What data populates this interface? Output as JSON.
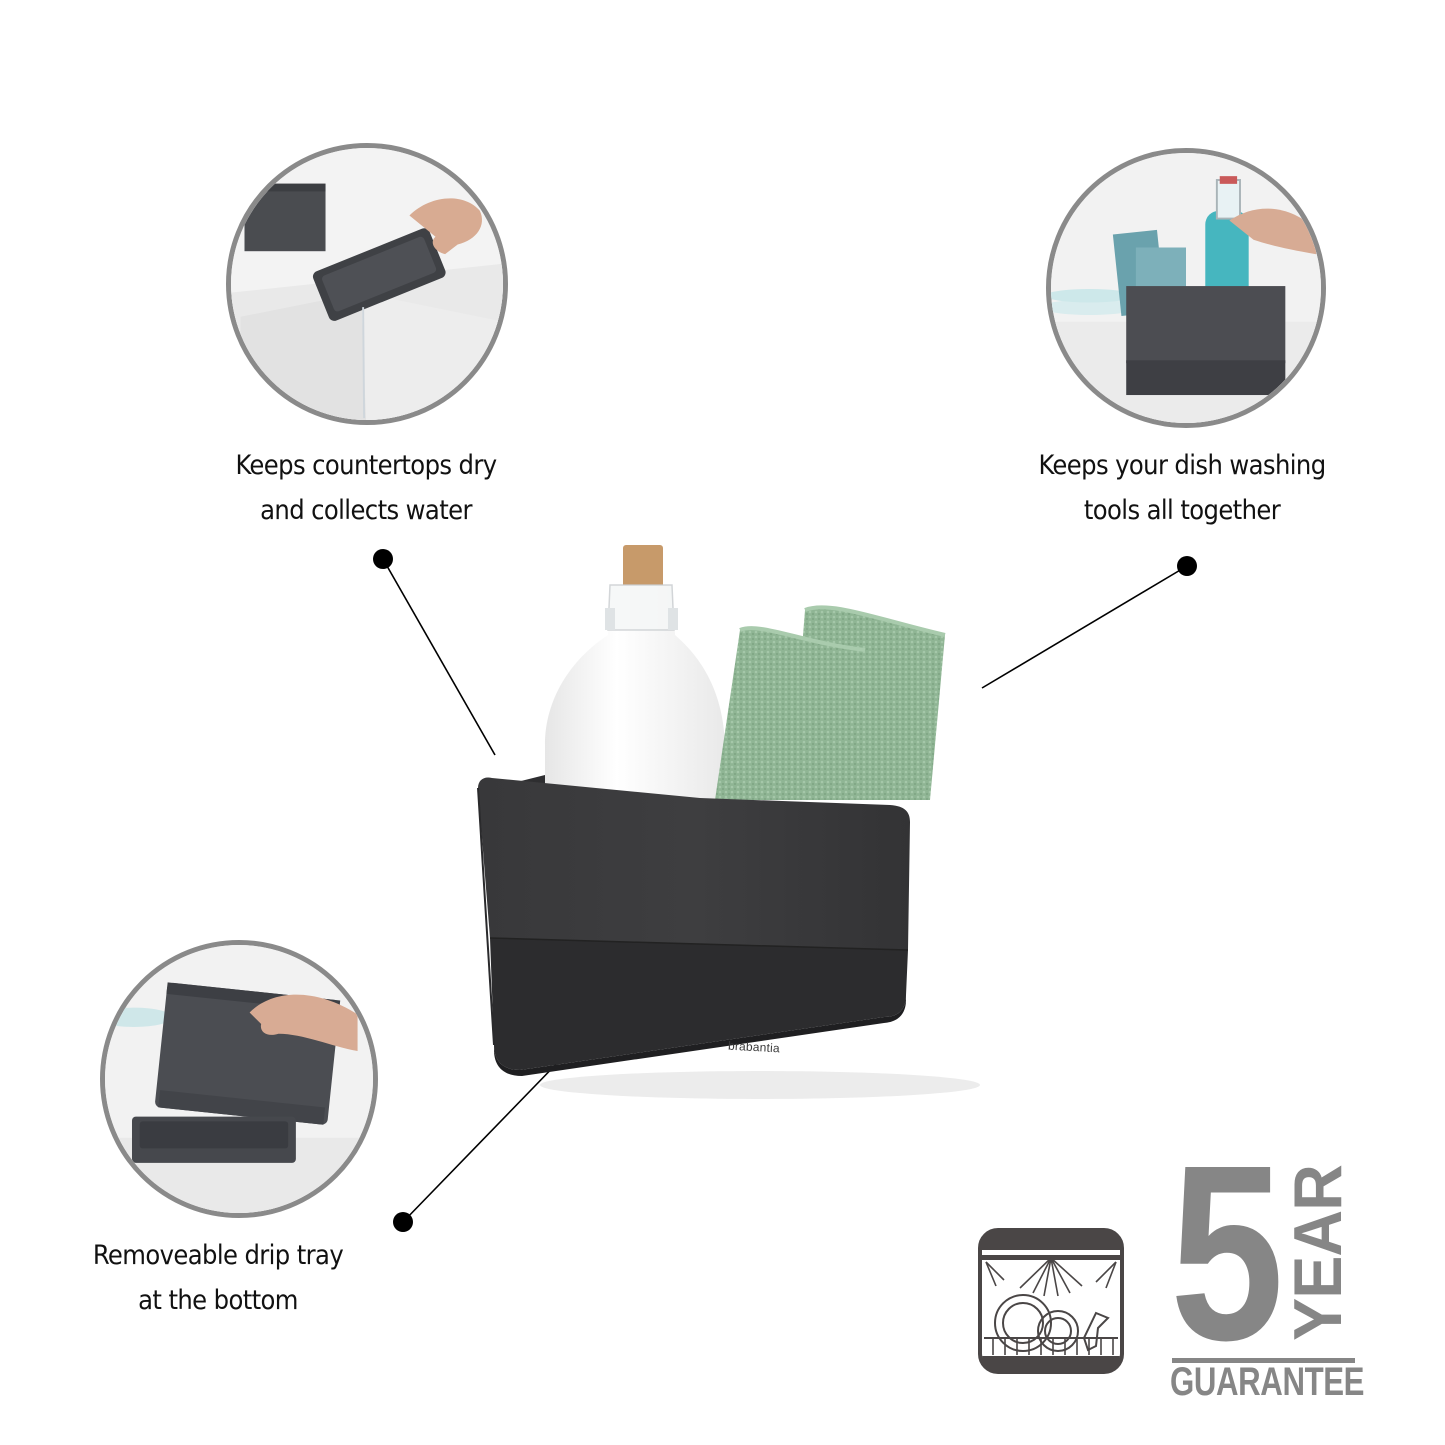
{
  "features": [
    {
      "id": "drip-tray-pour",
      "caption_lines": [
        "Keeps countertops dry",
        "and collects water"
      ],
      "image": "hand-pouring-water-from-drip-tray-icon"
    },
    {
      "id": "tools-together",
      "caption_lines": [
        "Keeps your dish washing",
        "tools all together"
      ],
      "image": "caddy-with-cloths-and-bottle-icon"
    },
    {
      "id": "removable-tray",
      "caption_lines": [
        "Removeable drip tray",
        "at the bottom"
      ],
      "image": "lifting-caddy-off-drip-tray-icon"
    }
  ],
  "product": {
    "brand": "brabantia",
    "body_color": "#3b3b3d",
    "tray_color": "#2b2b2d",
    "cloth_color": "#8fb594",
    "contents": [
      "glass bottle with cork",
      "green microfibre cloths"
    ]
  },
  "badges": {
    "dishwasher_safe_icon": "dishwasher-safe-icon",
    "guarantee_number": "5",
    "guarantee_unit": "YEAR",
    "guarantee_label": "GUARANTEE",
    "guarantee_color": "#868686"
  },
  "colors": {
    "circle_border": "#8a8a8a",
    "caption_text": "#111111",
    "callout": "#000000"
  }
}
